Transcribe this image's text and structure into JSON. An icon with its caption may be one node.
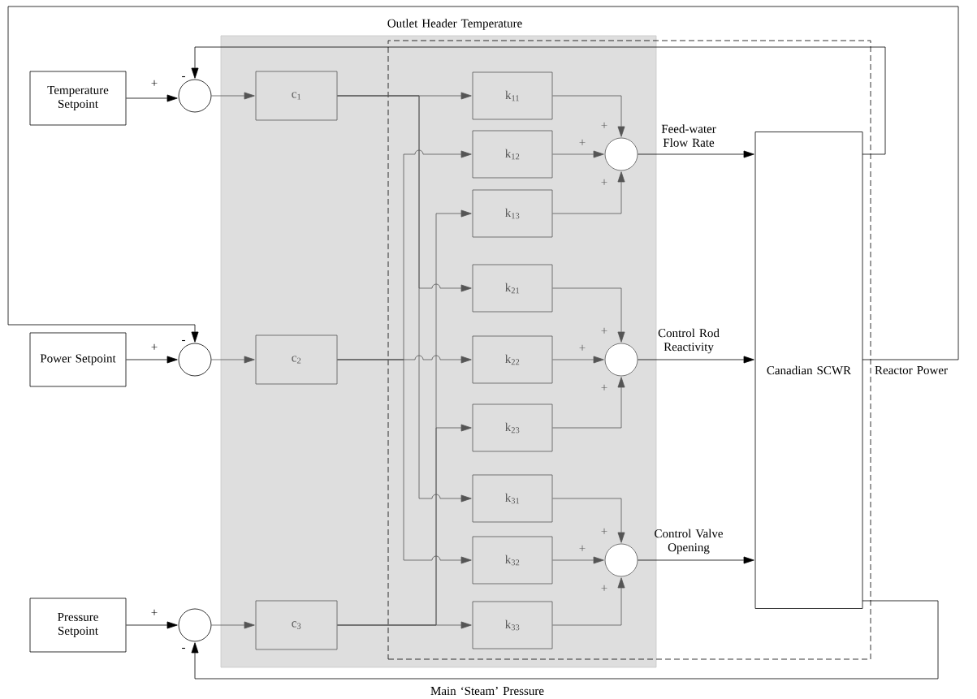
{
  "diagram": {
    "nodes": [
      {
        "text": [],
        "shape": "box"
      },
      {
        "text": [],
        "shape": "box"
      },
      {
        "text": [
          "Temperature Setpoint"
        ]
      },
      {
        "text": [],
        "shape": "circle"
      },
      {
        "text": [
          "c$_{1}$"
        ],
        "in": 0
      },
      {
        "text": [
          "k$_{11}$"
        ]
      },
      {
        "text": [
          "k$_{12}$"
        ]
      },
      {
        "text": [
          "k$_{13}$"
        ]
      },
      {
        "text": [],
        "shape": "circle"
      },
      {
        "text": [
          "Canadian SCWR"
        ],
        "in": 1
      },
      {
        "text": [
          "Power Setpoint"
        ]
      },
      {
        "text": [],
        "shape": "circle"
      },
      {
        "text": [
          "c$_{2}$"
        ],
        "in": 0
      },
      {
        "text": [
          "k$_{21}$"
        ]
      },
      {
        "text": [
          "k$_{22}$"
        ]
      },
      {
        "text": [
          "k$_{23}$"
        ]
      },
      {
        "text": [],
        "shape": "circle"
      },
      {
        "text": [
          "Pressure Setpoint"
        ]
      },
      {
        "text": [],
        "shape": "circle"
      },
      {
        "text": [
          "c$_{3}$"
        ],
        "in": 0
      },
      {
        "text": [
          "k$_{31}$"
        ]
      },
      {
        "text": [
          "k$_{32}$"
        ]
      },
      {
        "text": [
          "k$_{33}$"
        ]
      },
      {
        "text": [],
        "shape": "circle"
      }
    ],
    "edges": [
      {
        "from": 2,
        "to": 3,
        "arrow": "to",
        "color": "#000000"
      },
      {
        "from": 3,
        "to": 4,
        "arrow": "to"
      },
      {
        "from": 4,
        "to": 5,
        "arrow": "to"
      },
      {
        "from": 4,
        "to": 13,
        "arrow": "to"
      },
      {
        "from": 4,
        "to": 20,
        "arrow": "to"
      },
      {
        "from": 12,
        "to": 6,
        "arrow": "to"
      },
      {
        "from": 12,
        "to": 14,
        "arrow": "to"
      },
      {
        "from": 12,
        "to": 21,
        "arrow": "to"
      },
      {
        "from": 19,
        "to": 7,
        "arrow": "to"
      },
      {
        "from": 19,
        "to": 15,
        "arrow": "to"
      },
      {
        "from": 19,
        "to": 22,
        "arrow": "to"
      },
      {
        "from": 5,
        "to": 8,
        "arrow": "to"
      },
      {
        "from": 6,
        "to": 8,
        "arrow": "to"
      },
      {
        "from": 7,
        "to": 8,
        "arrow": "to"
      },
      {
        "from": 13,
        "to": 16,
        "arrow": "to"
      },
      {
        "from": 14,
        "to": 16,
        "arrow": "to"
      },
      {
        "from": 15,
        "to": 16,
        "arrow": "to"
      },
      {
        "from": 20,
        "to": 23,
        "arrow": "to"
      },
      {
        "from": 21,
        "to": 23,
        "arrow": "to"
      },
      {
        "from": 22,
        "to": 23,
        "arrow": "to"
      },
      {
        "from": 8,
        "to": 9,
        "arrow": "to",
        "label": "Feed-water Flow Rate",
        "color": "#000000"
      },
      {
        "from": 16,
        "to": 9,
        "arrow": "to",
        "label": "Control Rod Reactivity",
        "color": "#000000"
      },
      {
        "from": 23,
        "to": 9,
        "arrow": "to",
        "label": "Control Valve Opening",
        "color": "#000000"
      },
      {
        "from": 9,
        "to": 3,
        "arrow": "to",
        "label": "Outlet Header Temperature",
        "color": "#000000"
      },
      {
        "from": 9,
        "to": 11,
        "arrow": "to",
        "label": "Reactor Power",
        "color": "#000000"
      },
      {
        "from": 9,
        "to": 18,
        "arrow": "to",
        "label": "Main ‘Steam’ Pressure",
        "color": "#000000"
      },
      {
        "from": 10,
        "to": 11,
        "arrow": "to",
        "color": "#000000"
      },
      {
        "from": 11,
        "to": 12,
        "arrow": "to"
      },
      {
        "from": 17,
        "to": 18,
        "arrow": "to",
        "color": "#000000"
      },
      {
        "from": 18,
        "to": 19,
        "arrow": "to"
      }
    ],
    "labels": [
      "-",
      "+",
      "+",
      "+",
      "+",
      "-",
      "+",
      "+",
      "+",
      "+",
      "+",
      "+",
      "+",
      "+",
      "-"
    ]
  }
}
